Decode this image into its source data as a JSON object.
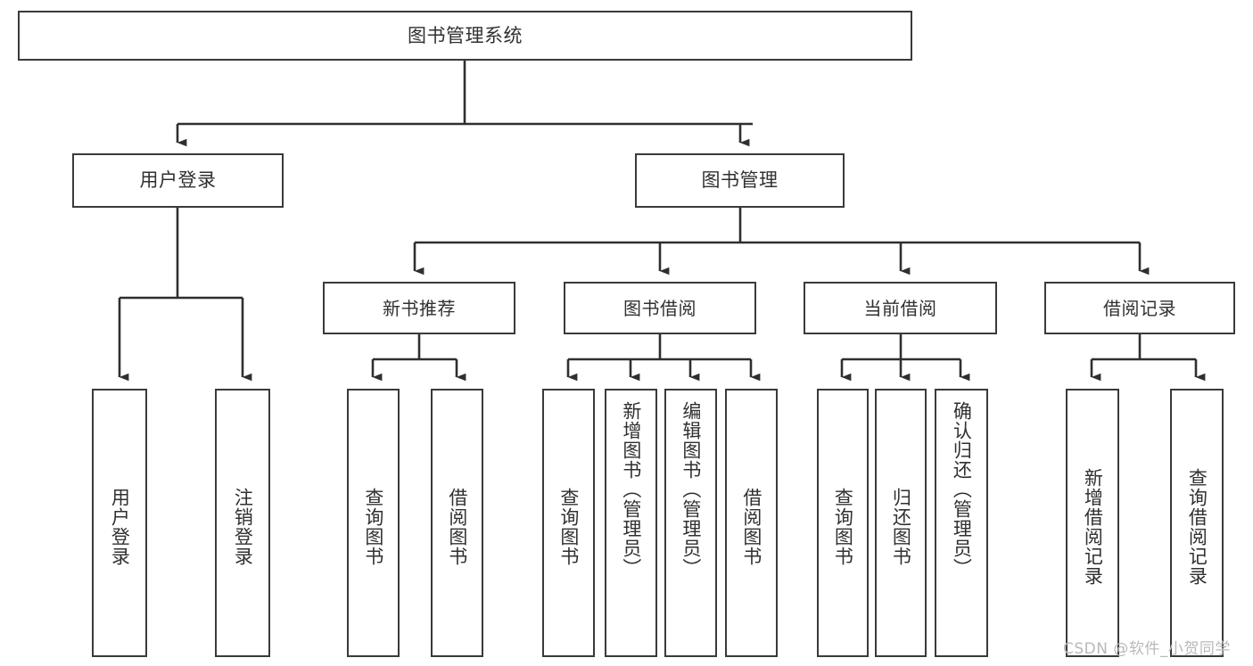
{
  "diagram": {
    "title": "图书管理系统",
    "type": "hierarchy-tree",
    "background_color": "#ffffff",
    "box_border_color": "#3a3a3a",
    "text_color": "#30302f",
    "root": {
      "label": "图书管理系统"
    },
    "level2": [
      {
        "label": "用户登录"
      },
      {
        "label": "图书管理"
      }
    ],
    "level3": [
      {
        "label": "新书推荐"
      },
      {
        "label": "图书借阅"
      },
      {
        "label": "当前借阅"
      },
      {
        "label": "借阅记录"
      }
    ],
    "leaves": {
      "user_login": [
        {
          "label": "用户登录"
        },
        {
          "label": "注销登录"
        }
      ],
      "new_book_recommend": [
        {
          "label": "查询图书"
        },
        {
          "label": "借阅图书"
        }
      ],
      "book_borrow": [
        {
          "label": "查询图书"
        },
        {
          "label": "新增图书（管理员）"
        },
        {
          "label": "编辑图书（管理员）"
        },
        {
          "label": "借阅图书"
        }
      ],
      "current_borrow": [
        {
          "label": "查询图书"
        },
        {
          "label": "归还图书"
        },
        {
          "label": "确认归还（管理员）"
        }
      ],
      "borrow_records": [
        {
          "label": "新增借阅记录"
        },
        {
          "label": "查询借阅记录"
        }
      ]
    }
  },
  "watermark": {
    "text": "CSDN @软件_小贺同学"
  }
}
